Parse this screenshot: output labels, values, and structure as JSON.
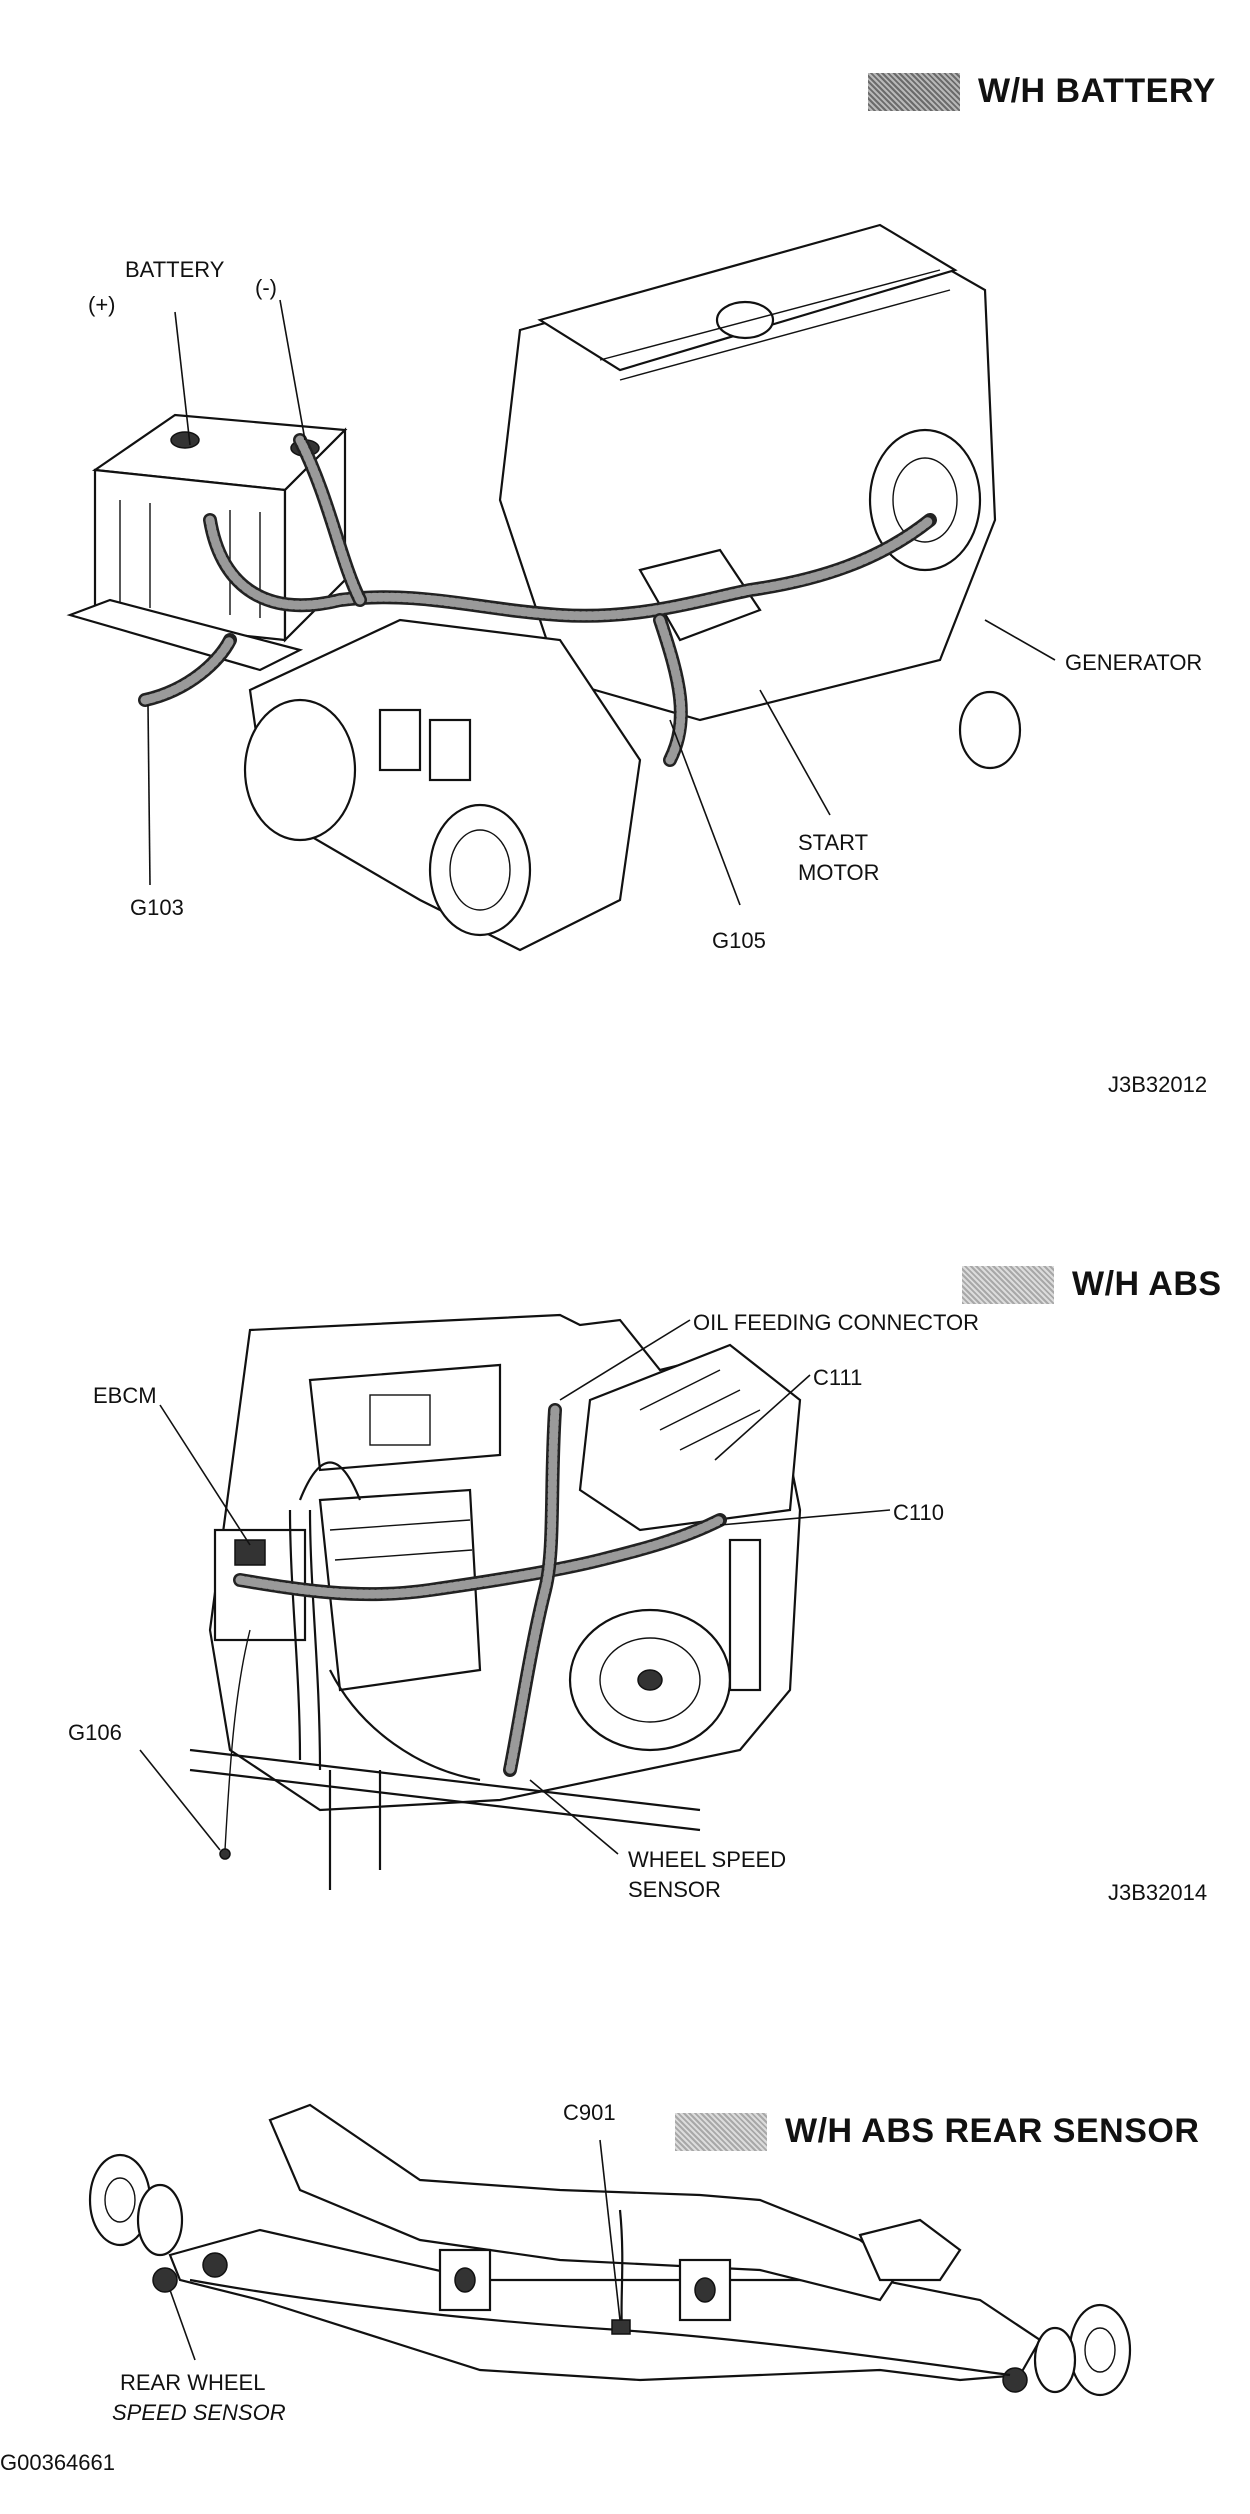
{
  "battery": {
    "title": "W/H BATTERY",
    "labels": {
      "battery": "BATTERY",
      "plus": "(+)",
      "minus": "(-)",
      "generator": "GENERATOR",
      "start_motor_1": "START",
      "start_motor_2": "MOTOR",
      "g103": "G103",
      "g105": "G105"
    },
    "code": "J3B32012"
  },
  "abs": {
    "title": "W/H ABS",
    "labels": {
      "oil_feeding": "OIL FEEDING CONNECTOR",
      "ebcm": "EBCM",
      "c111": "C111",
      "c110": "C110",
      "g106": "G106",
      "wss_1": "WHEEL SPEED",
      "wss_2": "SENSOR"
    },
    "code": "J3B32014"
  },
  "rear": {
    "title": "W/H ABS REAR  SENSOR",
    "labels": {
      "c901": "C901",
      "rws_1": "REAR WHEEL",
      "rws_2": "SPEED SENSOR"
    },
    "code": "G00364661"
  }
}
